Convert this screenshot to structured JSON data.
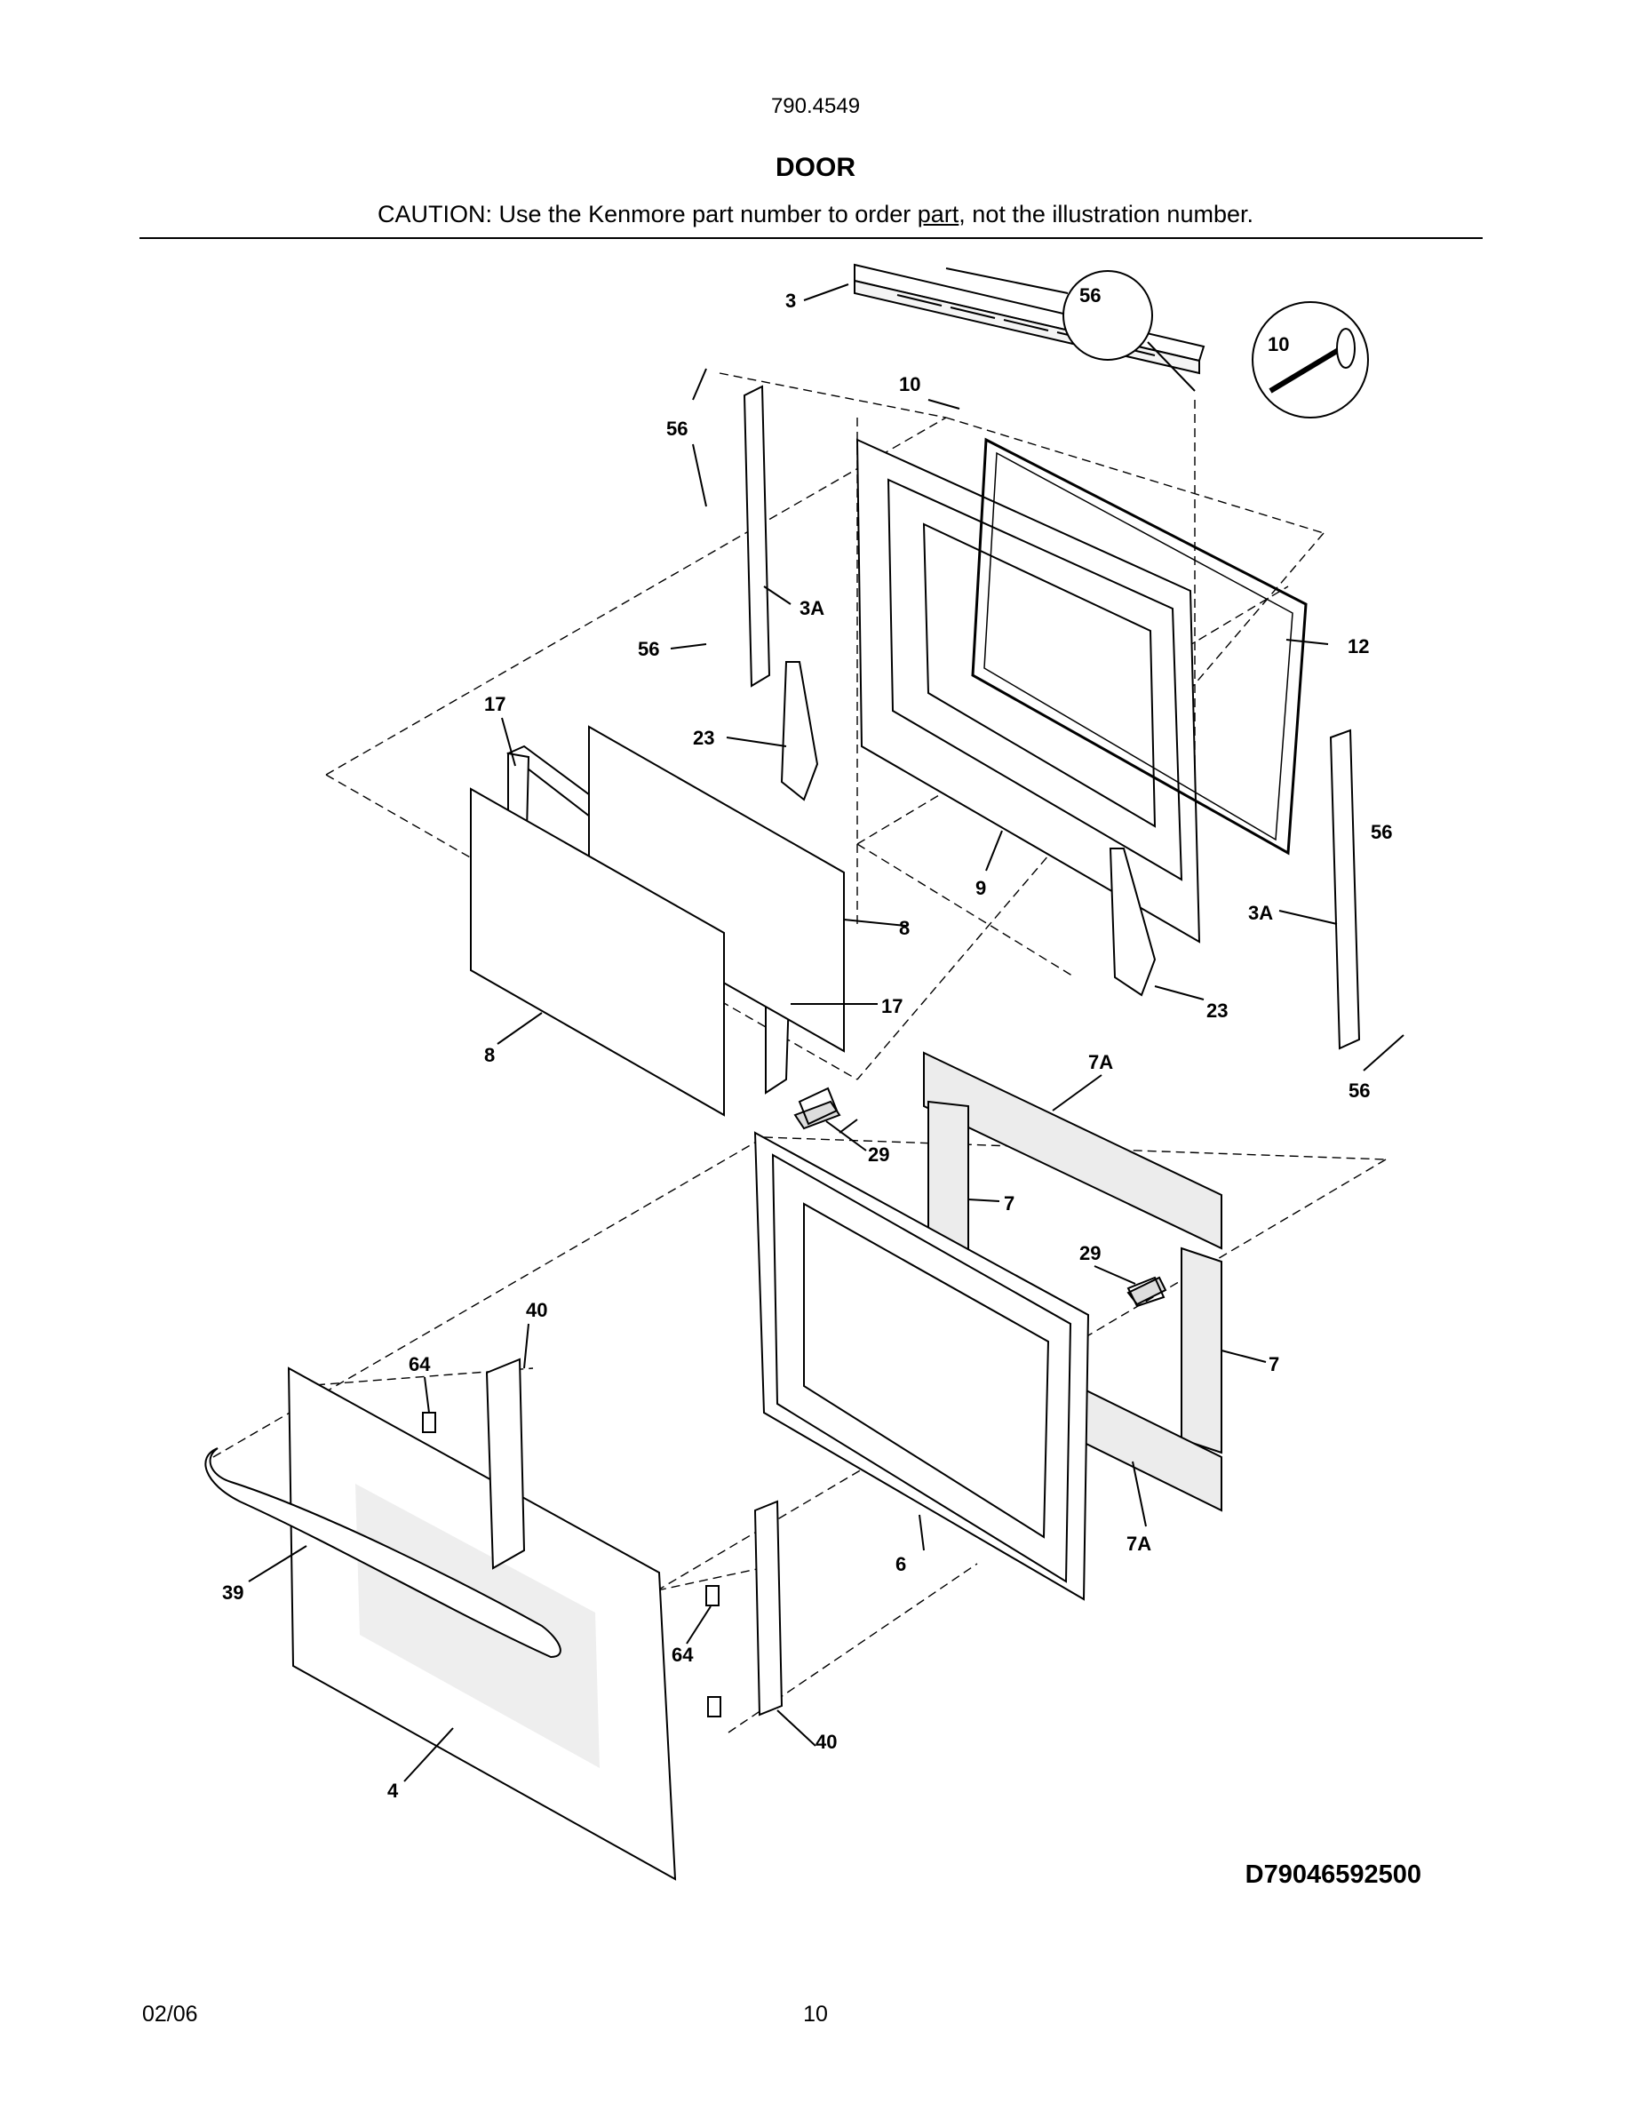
{
  "header": {
    "model": "790.4549",
    "title": "DOOR",
    "caution_before": "CAUTION: Use the Kenmore part number to order ",
    "caution_link": "part",
    "caution_after": ", not the illustration number."
  },
  "diagram": {
    "callouts": [
      {
        "id": "c3",
        "text": "3"
      },
      {
        "id": "c56a",
        "text": "56"
      },
      {
        "id": "c10a",
        "text": "10"
      },
      {
        "id": "c56b",
        "text": "56"
      },
      {
        "id": "c10b",
        "text": "10"
      },
      {
        "id": "c3Aa",
        "text": "3A"
      },
      {
        "id": "c56c",
        "text": "56"
      },
      {
        "id": "c12",
        "text": "12"
      },
      {
        "id": "c17a",
        "text": "17"
      },
      {
        "id": "c23a",
        "text": "23"
      },
      {
        "id": "c56d",
        "text": "56"
      },
      {
        "id": "c9",
        "text": "9"
      },
      {
        "id": "c3Ab",
        "text": "3A"
      },
      {
        "id": "c8a",
        "text": "8"
      },
      {
        "id": "c17b",
        "text": "17"
      },
      {
        "id": "c23b",
        "text": "23"
      },
      {
        "id": "c8b",
        "text": "8"
      },
      {
        "id": "c7Aa",
        "text": "7A"
      },
      {
        "id": "c56e",
        "text": "56"
      },
      {
        "id": "c29a",
        "text": "29"
      },
      {
        "id": "c7a",
        "text": "7"
      },
      {
        "id": "c29b",
        "text": "29"
      },
      {
        "id": "c40a",
        "text": "40"
      },
      {
        "id": "c64a",
        "text": "64"
      },
      {
        "id": "c7b",
        "text": "7"
      },
      {
        "id": "c7Ab",
        "text": "7A"
      },
      {
        "id": "c6",
        "text": "6"
      },
      {
        "id": "c39",
        "text": "39"
      },
      {
        "id": "c64b",
        "text": "64"
      },
      {
        "id": "c40b",
        "text": "40"
      },
      {
        "id": "c4",
        "text": "4"
      }
    ]
  },
  "footer": {
    "diagram_code": "D79046592500",
    "date": "02/06",
    "page_number": "10"
  }
}
